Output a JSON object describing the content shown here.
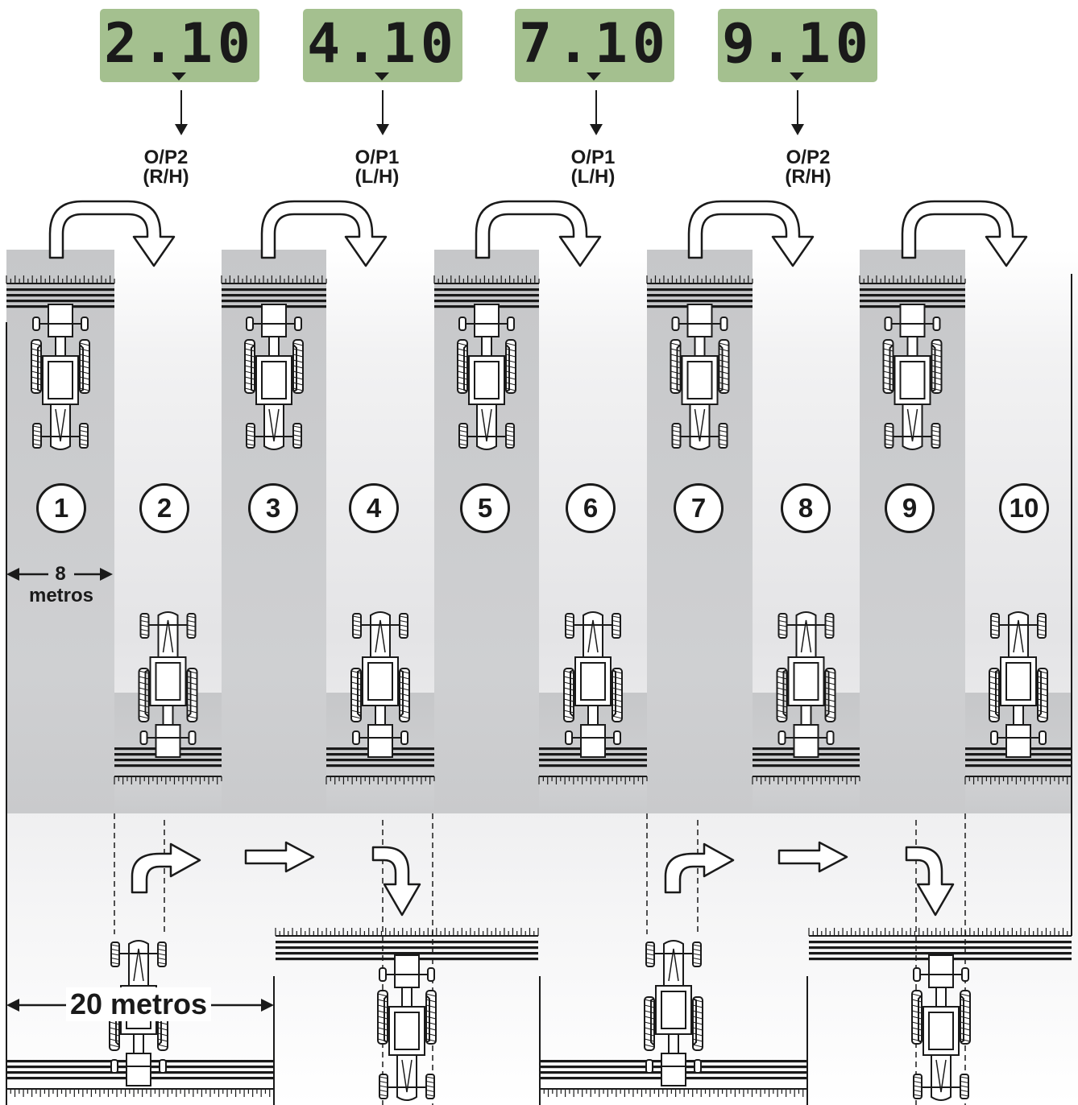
{
  "displays": [
    {
      "value": "2.10",
      "output_line1": "O/P2",
      "output_line2": "(R/H)"
    },
    {
      "value": "4.10",
      "output_line1": "O/P1",
      "output_line2": "(L/H)"
    },
    {
      "value": "7.10",
      "output_line1": "O/P1",
      "output_line2": "(L/H)"
    },
    {
      "value": "9.10",
      "output_line1": "O/P2",
      "output_line2": "(R/H)"
    }
  ],
  "rows": [
    "1",
    "2",
    "3",
    "4",
    "5",
    "6",
    "7",
    "8",
    "9",
    "10"
  ],
  "labels": {
    "narrow_number": "8",
    "narrow_unit": "metros",
    "wide": "20 metros"
  },
  "colors": {
    "lcd": "#a4c08f",
    "strip": "#c9cacc",
    "ink": "#1a1a1a"
  }
}
